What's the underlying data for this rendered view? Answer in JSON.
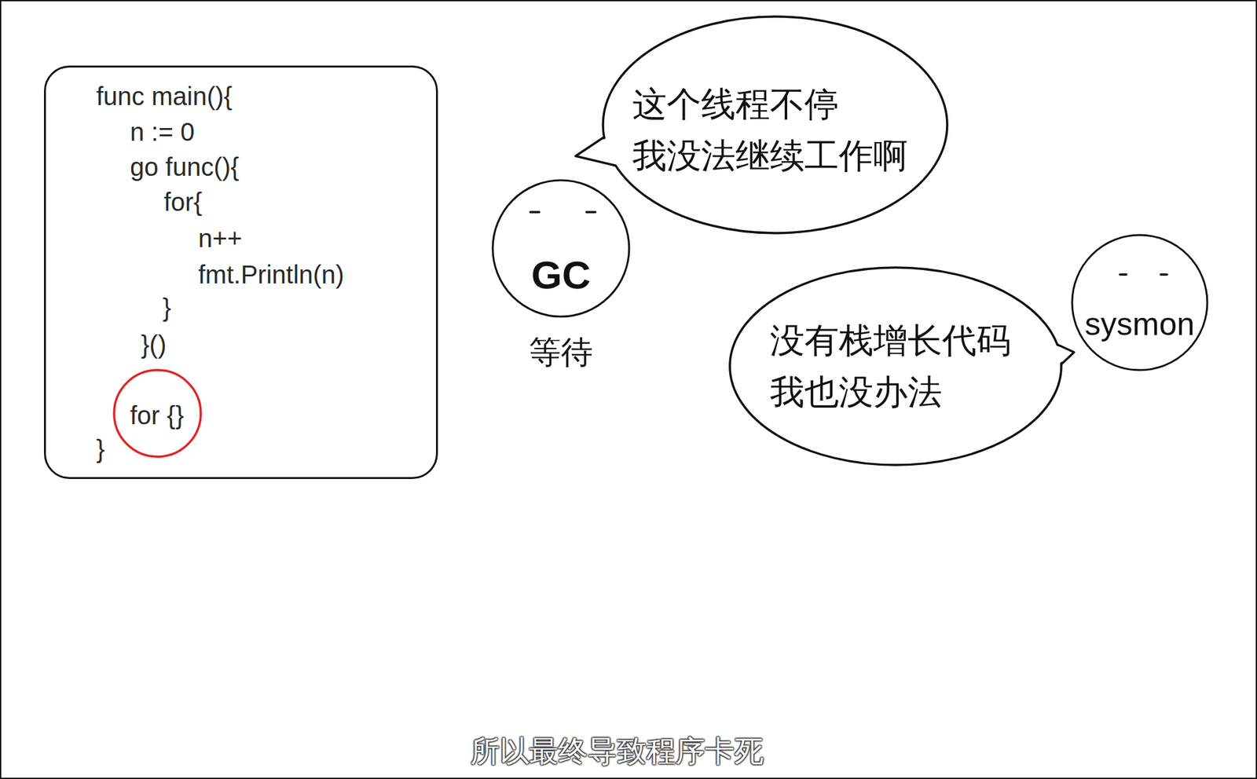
{
  "diagram": {
    "caption": "所以最终导致程序卡死",
    "nodes": [
      {
        "text": [
          "func main(){",
          "n := 0",
          "go func(){",
          "for{",
          "n++",
          "fmt.Println(n)",
          "}",
          "}()",
          "for {}",
          "}"
        ]
      },
      {
        "text": [
          "这个线程不停 我没法继续工作啊"
        ]
      },
      {
        "text": [
          "GC",
          "等待"
        ]
      },
      {
        "text": [
          "没有栈增长代码 我也没办法"
        ]
      },
      {
        "text": [
          "sysmon"
        ]
      }
    ]
  }
}
